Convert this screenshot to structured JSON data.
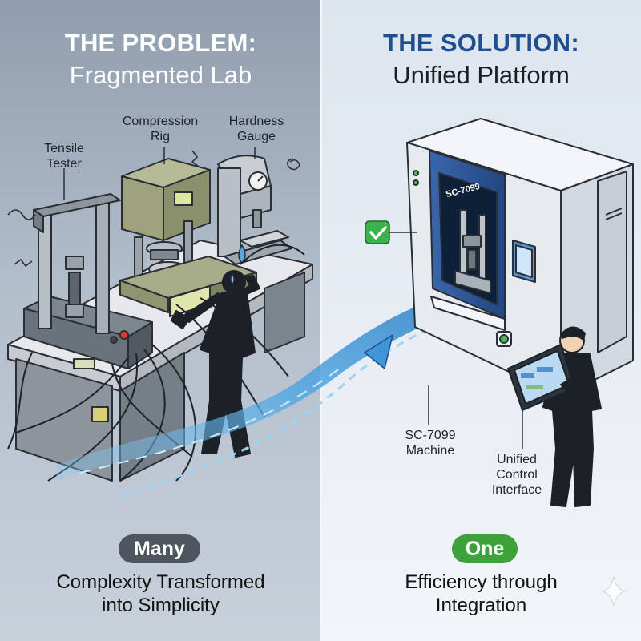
{
  "problem": {
    "heading": "THE PROBLEM:",
    "subheading": "Fragmented Lab",
    "labels": {
      "compression": [
        "Compression",
        "Rig"
      ],
      "hardness": [
        "Hardness",
        "Gauge"
      ],
      "tensile": [
        "Tensile",
        "Tester"
      ]
    },
    "badge": "Many",
    "caption": [
      "Complexity Transformed",
      "into Simplicity"
    ]
  },
  "solution": {
    "heading": "THE SOLUTION:",
    "subheading": "Unified Platform",
    "machine_screen_label": "SC-7099",
    "labels": {
      "machine": [
        "SC-7099",
        "Machine"
      ],
      "interface": [
        "Unified",
        "Control",
        "Interface"
      ]
    },
    "badge": "One",
    "caption": [
      "Efficiency through",
      "Integration"
    ]
  },
  "colors": {
    "left_bg": "#aab6c4",
    "right_bg": "#e9eef4",
    "heading_left": "#ffffff",
    "heading_right": "#1f4f8f",
    "badge_many_bg": "#4e555e",
    "badge_one_bg": "#3ea23b",
    "flow": "#6fb7e8",
    "accent_blue": "#2f5b9f",
    "check_green": "#3bb24b"
  },
  "icons": [
    "sparkle-icon",
    "check-icon",
    "sweat-drop-icon"
  ]
}
